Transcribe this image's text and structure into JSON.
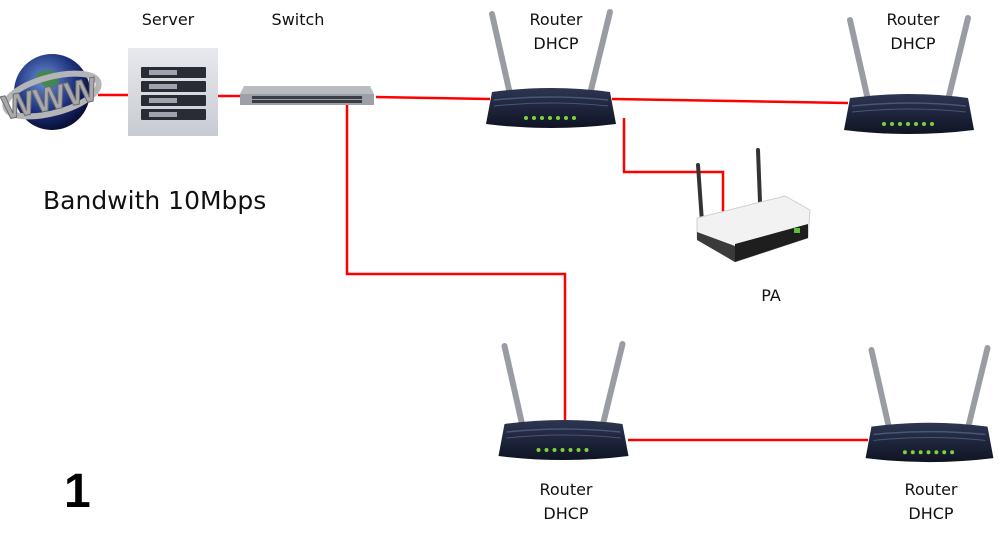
{
  "labels": {
    "server": "Server",
    "switch": "Switch",
    "router_top_left": [
      "Router",
      "DHCP"
    ],
    "router_top_right": [
      "Router",
      "DHCP"
    ],
    "router_bottom_left": [
      "Router",
      "DHCP"
    ],
    "router_bottom_right": [
      "Router",
      "DHCP"
    ],
    "access_point": "PA",
    "bandwidth": "Bandwith 10Mbps",
    "diagram_number": "1",
    "globe_text": "WWW"
  },
  "colors": {
    "link": "#ff0000",
    "router_body": "#1c2438",
    "led": "#7fd33a"
  },
  "links": [
    [
      "internet",
      "server"
    ],
    [
      "server",
      "switch"
    ],
    [
      "switch",
      "router_top_left"
    ],
    [
      "router_top_left",
      "router_top_right"
    ],
    [
      "router_top_left",
      "access_point"
    ],
    [
      "switch",
      "router_bottom_left"
    ],
    [
      "router_bottom_left",
      "router_bottom_right"
    ]
  ]
}
